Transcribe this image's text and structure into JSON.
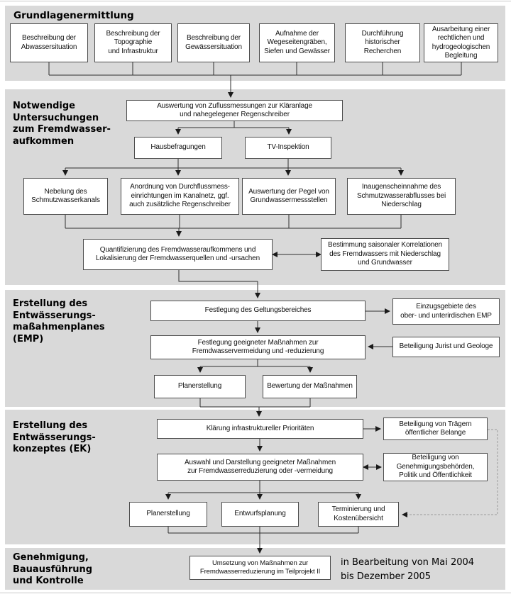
{
  "sections": {
    "s1": {
      "title": "Grundlagenermittlung",
      "boxes": [
        "Beschreibung der\nAbwassersituation",
        "Beschreibung der\nTopographie\nund Infrastruktur",
        "Beschreibung der\nGewässersituation",
        "Aufnahme der\nWegeseitengräben,\nSiefen und Gewässer",
        "Durchführung\nhistorischer\nRecherchen",
        "Ausarbeitung einer\nrechtlichen und\nhydrogeologischen\nBegleitung"
      ]
    },
    "s2": {
      "title": "Notwendige\nUntersuchungen\nzum Fremdwasser-\naufkommen",
      "boxes": [
        "Auswertung von Zuflussmessungen zur Kläranlage\nund nahegelegener Regenschreiber",
        "Hausbefragungen",
        "TV-Inspektion",
        "Nebelung des\nSchmutzwasserkanals",
        "Anordnung von Durchflussmess-\neinrichtungen im Kanalnetz, ggf.\nauch zusätzliche Regenschreiber",
        "Auswertung der Pegel von\nGrundwassermessstellen",
        "Inaugenscheinnahme des\nSchmutzwasserabflusses bei\nNiederschlag",
        "Quantifizierung des Fremdwasseraufkommens und\nLokalisierung der Fremdwasserquellen und -ursachen",
        "Bestimmung saisonaler Korrelationen\ndes Fremdwassers mit Niederschlag\nund Grundwasser"
      ]
    },
    "s3": {
      "title": "Erstellung des\nEntwässerungs-\nmaßahmenplanes\n(EMP)",
      "boxes": [
        "Festlegung des Geltungsbereiches",
        "Einzugsgebiete des\nober- und unterirdischen EMP",
        "Festlegung geeigneter Maßnahmen zur\nFremdwasservermeidung und -reduzierung",
        "Beteiligung Jurist und Geologe",
        "Planerstellung",
        "Bewertung der Maßnahmen"
      ]
    },
    "s4": {
      "title": "Erstellung des\nEntwässerungs-\nkonzeptes (EK)",
      "boxes": [
        "Klärung infrastruktureller Prioritäten",
        "Beteiligung von Trägern\nöffentlicher Belange",
        "Auswahl und Darstellung geeigneter Maßnahmen\nzur Fremdwasserreduzierung oder -vermeidung",
        "Beteiligung von\nGenehmigungsbehörden,\nPolitik und Öffentlichkeit",
        "Planerstellung",
        "Entwurfsplanung",
        "Terminierung und\nKostenübersicht"
      ]
    },
    "s5": {
      "title": "Genehmigung,\nBauausführung\nund Kontrolle",
      "boxes": [
        "Umsetzung von Maßnahmen zur\nFremdwasserreduzierung im Teilprojekt II"
      ],
      "note": "in Bearbeitung von Mai 2004\nbis Dezember 2005"
    }
  },
  "colors": {
    "band_bg": "#d9d9d9",
    "box_bg": "#ffffff",
    "box_border": "#4d4d4d",
    "connector": "#2e2e2e",
    "dashed_connector": "#9b9b9b"
  }
}
